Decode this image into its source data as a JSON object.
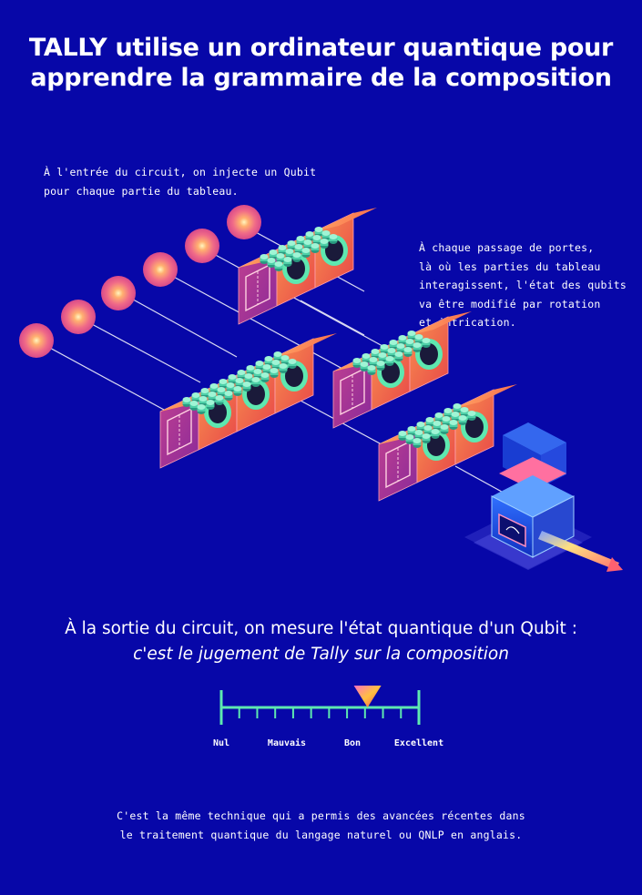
{
  "title": {
    "line1": "TALLY utilise un ordinateur quantique pour",
    "line2": "apprendre la grammaire de la composition"
  },
  "intro": {
    "line1": "À l'entrée du circuit, on injecte un Qubit",
    "line2": "pour chaque partie du tableau."
  },
  "gates_note": {
    "line1": "À chaque passage de portes,",
    "line2": "là où les parties du tableau",
    "line3": "interagissent, l'état des qubits",
    "line4": "va être modifié par rotation",
    "line5": "et intrication."
  },
  "output": {
    "line1": "À la sortie du circuit, on mesure l'état quantique d'un Qubit :",
    "line2": "c'est le jugement de Tally sur la composition"
  },
  "scale": {
    "labels": [
      "Nul",
      "Mauvais",
      "Bon",
      "Excellent"
    ],
    "marker_fraction": 0.74
  },
  "footer": {
    "line1": "C'est la même technique qui a permis des avancées récentes dans",
    "line2": "le traitement quantique du langage naturel ou QNLP en anglais."
  },
  "colors": {
    "background": "#0707a8",
    "accent_green": "#5ee8b0",
    "qubit_pink": "#f2708a",
    "block_orange": "#f08040"
  }
}
